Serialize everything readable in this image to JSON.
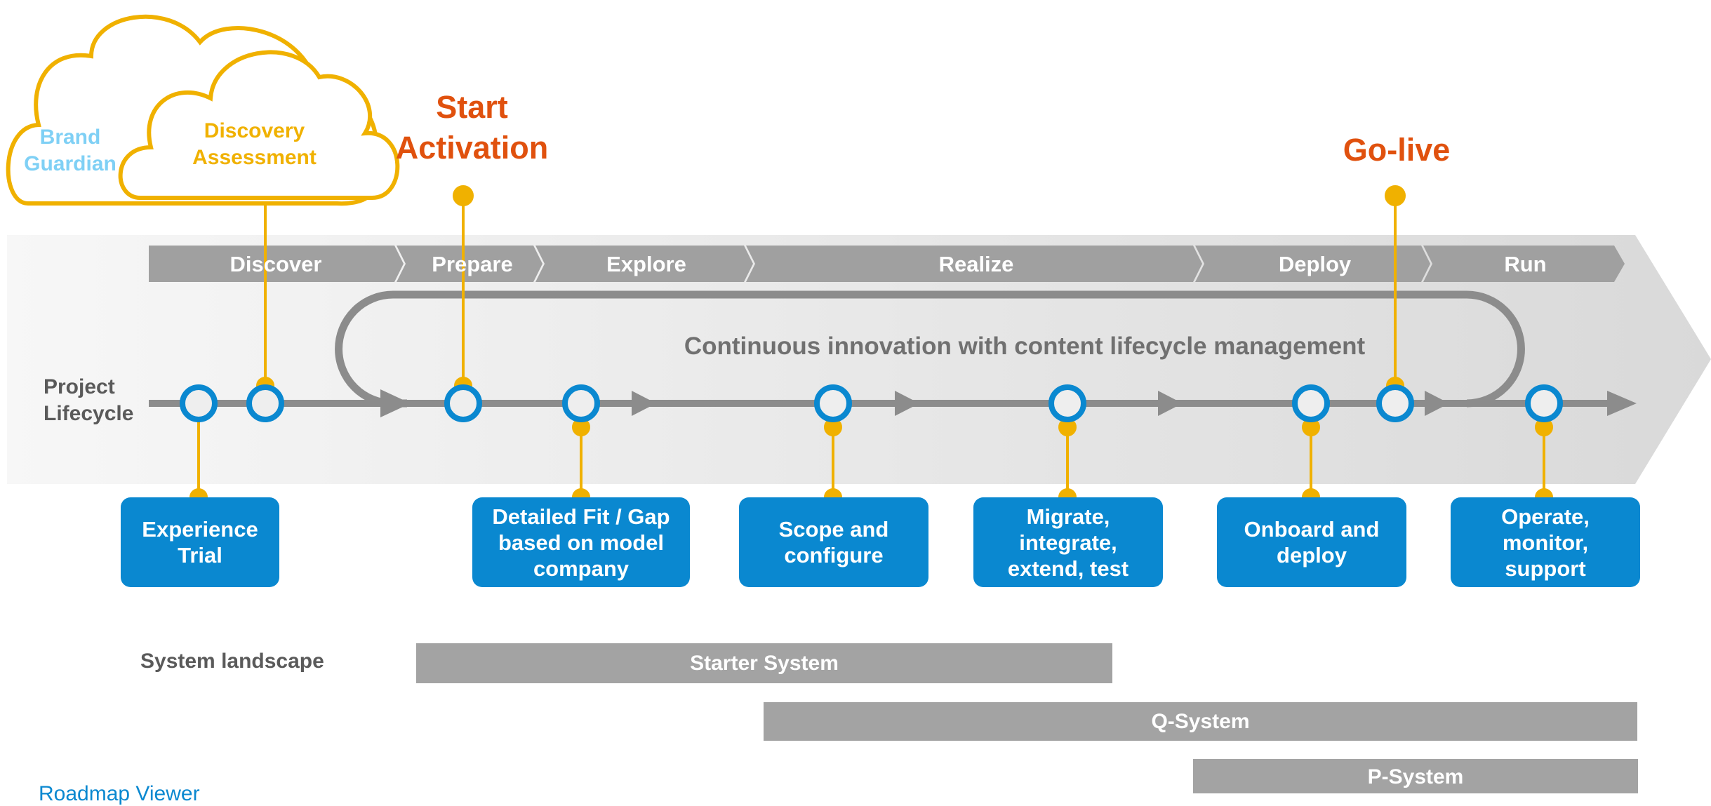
{
  "milestones": {
    "start": "Start\nActivation",
    "golive": "Go-live"
  },
  "clouds": {
    "back": "Brand\nGuardian",
    "front": "Discovery\nAssessment"
  },
  "phases": [
    "Discover",
    "Prepare",
    "Explore",
    "Realize",
    "Deploy",
    "Run"
  ],
  "loop_label": "Continuous innovation with content lifecycle management",
  "lifecycle_label": "Project\nLifecycle",
  "steps": [
    "Experience\nTrial",
    "Detailed Fit / Gap\nbased on model\ncompany",
    "Scope and\nconfigure",
    "Migrate,\nintegrate,\nextend, test",
    "Onboard and\ndeploy",
    "Operate,\nmonitor,\nsupport"
  ],
  "system_landscape": {
    "label": "System landscape",
    "systems": [
      "Starter System",
      "Q-System",
      "P-System"
    ]
  },
  "footer_link": "Roadmap Viewer",
  "colors": {
    "accent_orange": "#e0510e",
    "gold": "#f0b100",
    "blue": "#0a88d0",
    "light_blue": "#7fd0f5",
    "gray": "#8c8c8c"
  }
}
